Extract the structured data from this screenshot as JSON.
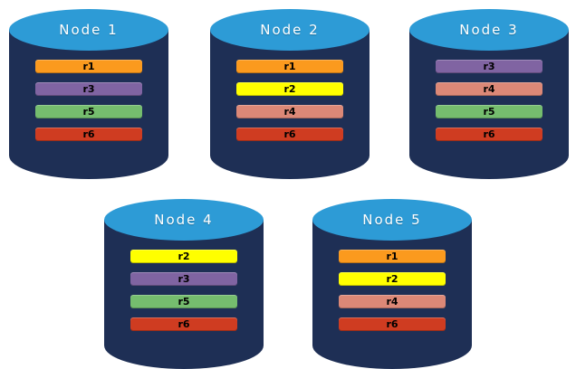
{
  "diagram": {
    "cylinder_colors": {
      "body": "#1E2F55",
      "top": "#2D9BD6"
    },
    "replica_colors": {
      "r1": "#FB9A1E",
      "r2": "#FFFF00",
      "r3": "#8064A2",
      "r4": "#DC8877",
      "r5": "#75BD6E",
      "r6": "#CF3C21"
    },
    "nodes": [
      {
        "label": "Node 1",
        "replicas": [
          "r1",
          "r3",
          "r5",
          "r6"
        ]
      },
      {
        "label": "Node 2",
        "replicas": [
          "r1",
          "r2",
          "r4",
          "r6"
        ]
      },
      {
        "label": "Node 3",
        "replicas": [
          "r3",
          "r4",
          "r5",
          "r6"
        ]
      },
      {
        "label": "Node 4",
        "replicas": [
          "r2",
          "r3",
          "r5",
          "r6"
        ]
      },
      {
        "label": "Node 5",
        "replicas": [
          "r1",
          "r2",
          "r4",
          "r6"
        ]
      }
    ]
  }
}
